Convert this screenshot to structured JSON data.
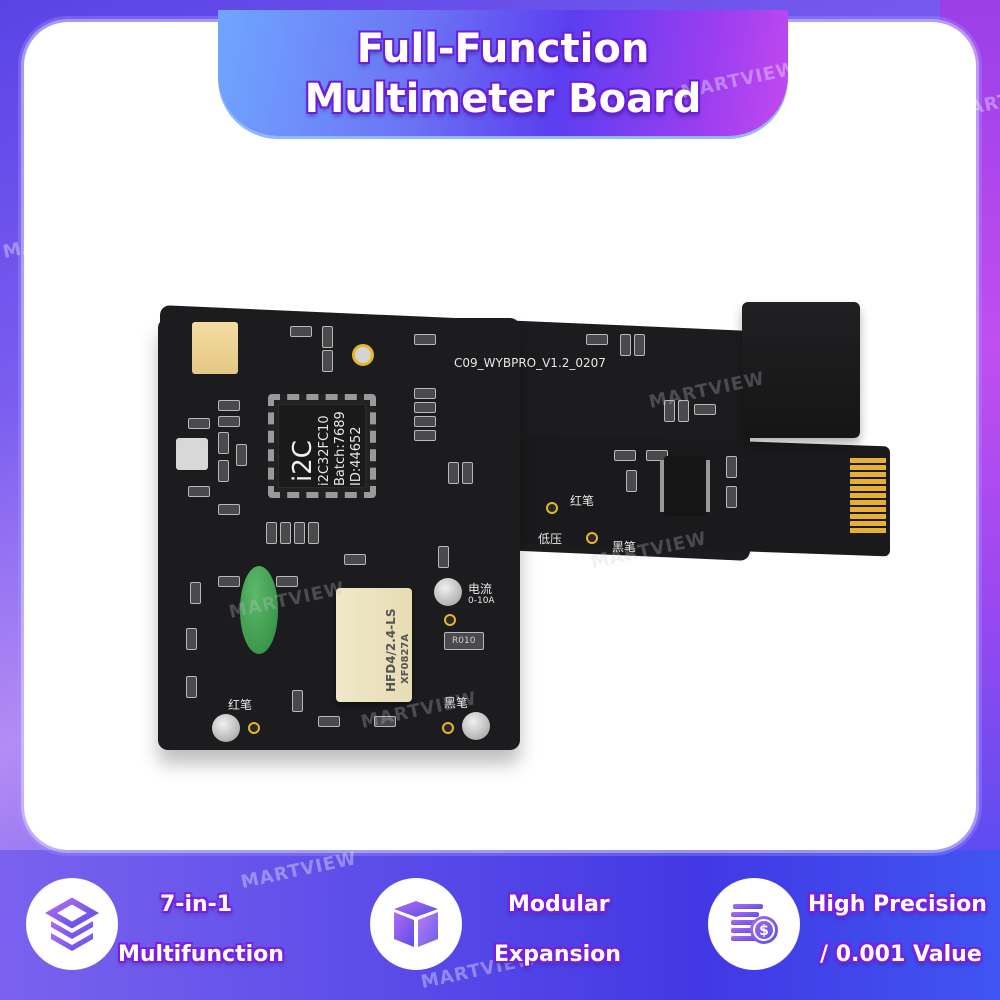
{
  "header": {
    "title_line1": "Full-Function",
    "title_line2": "Multimeter Board"
  },
  "watermark": {
    "text": "MARTVIEW"
  },
  "board": {
    "model_label": "C09_WYBPRO_V1.2_0207",
    "mcu": {
      "logo": "i2C",
      "line1": "i2C32FC10",
      "line2": "Batch:7689",
      "line3": "ID:44652"
    },
    "relay_label": "HFD4/2.4-LS",
    "relay_code": "XF0827A",
    "resistor_code": "R010",
    "silkscreen": {
      "red_probe_top": "红笔",
      "low_voltage": "低压",
      "black_probe_top": "黑笔",
      "current": "电流",
      "current_range": "0-10A",
      "red_probe_bottom": "红笔",
      "black_probe_bottom": "黑笔"
    }
  },
  "features": [
    {
      "icon": "layers-icon",
      "line1": "7-in-1",
      "line2": "Multifunction"
    },
    {
      "icon": "cube-icon",
      "line1": "Modular",
      "line2": "Expansion"
    },
    {
      "icon": "coins-icon",
      "line1": "High Precision",
      "line2": "/ 0.001 Value"
    }
  ],
  "colors": {
    "frame_purple": "#5a43e6",
    "frame_magenta": "#c04ef0",
    "accent_blue": "#3e3fe6",
    "pcb_black": "#1c1c1e",
    "gold": "#e5b52a",
    "text_outline": "#7a1fe0"
  }
}
